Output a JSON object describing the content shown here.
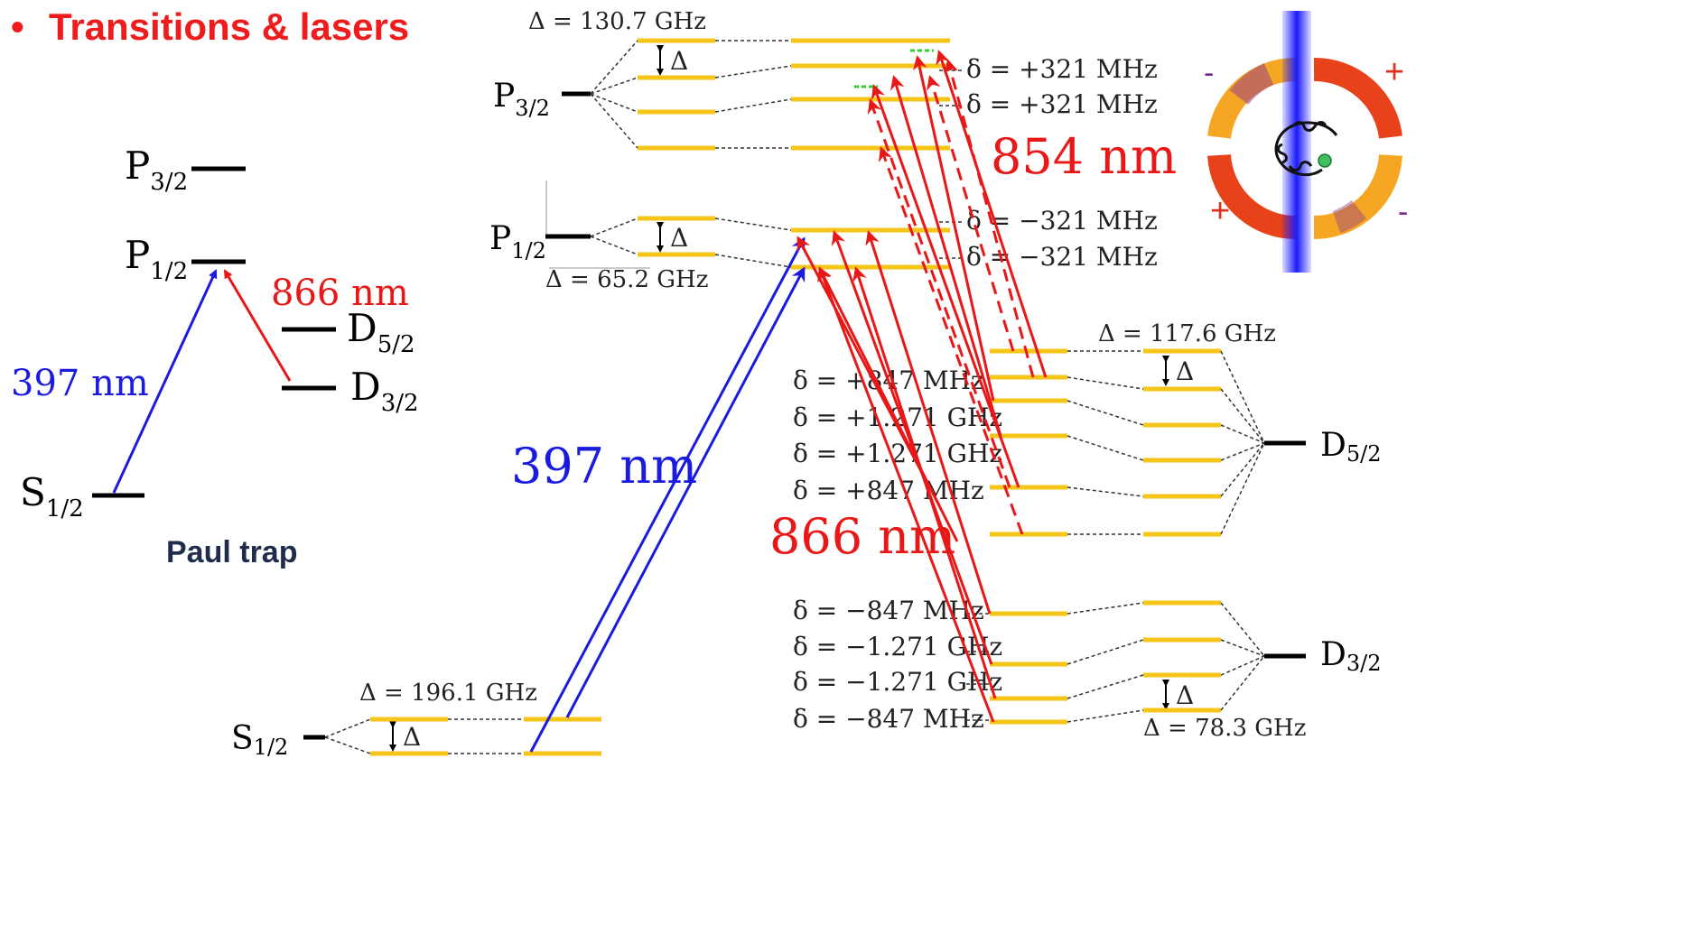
{
  "heading": {
    "bullet": "•",
    "text": "Transitions & lasers"
  },
  "simple_scheme": {
    "levels": [
      {
        "main": "P",
        "sub": "3/2"
      },
      {
        "main": "P",
        "sub": "1/2"
      },
      {
        "main": "D",
        "sub": "5/2"
      },
      {
        "main": "D",
        "sub": "3/2"
      },
      {
        "main": "S",
        "sub": "1/2"
      }
    ],
    "transitions": [
      {
        "label": "397 nm",
        "color": "#1b1be0"
      },
      {
        "label": "866 nm",
        "color": "#e81818"
      }
    ],
    "caption": "Paul trap"
  },
  "zeeman_scheme": {
    "level_labels": [
      {
        "main": "P",
        "sub": "3/2"
      },
      {
        "main": "P",
        "sub": "1/2"
      },
      {
        "main": "S",
        "sub": "1/2"
      },
      {
        "main": "D",
        "sub": "5/2"
      },
      {
        "main": "D",
        "sub": "3/2"
      }
    ],
    "splittings": [
      "Δ = 130.7 GHz",
      "Δ = 65.2 GHz",
      "Δ = 196.1 GHz",
      "Δ = 117.6 GHz",
      "Δ = 78.3 GHz"
    ],
    "delta_symbol": "Δ",
    "detunings_p": [
      "δ = +321 MHz",
      "δ = +321 MHz",
      "δ = −321 MHz",
      "δ = −321 MHz"
    ],
    "detunings_d": [
      "δ = +847 MHz",
      "δ = +1.271 GHz",
      "δ = +1.271 GHz",
      "δ = +847 MHz",
      "δ = −847 MHz",
      "δ = −1.271 GHz",
      "δ = −1.271 GHz",
      "δ = −847 MHz"
    ],
    "wavelengths": {
      "blue": "397 nm",
      "red_854": "854 nm",
      "red_866": "866 nm"
    },
    "colors": {
      "sublevel": "#f5c518",
      "blue_laser": "#1b1be0",
      "red_laser": "#e81818",
      "green_marker": "#2fd12f"
    }
  },
  "trap_icon": {
    "signs": [
      "-",
      "+",
      "+",
      "-"
    ],
    "colors": {
      "ring": "#f5a623",
      "hot": "#e8421a",
      "beam": "#1a1aff",
      "ion": "#3fbf5f"
    }
  }
}
